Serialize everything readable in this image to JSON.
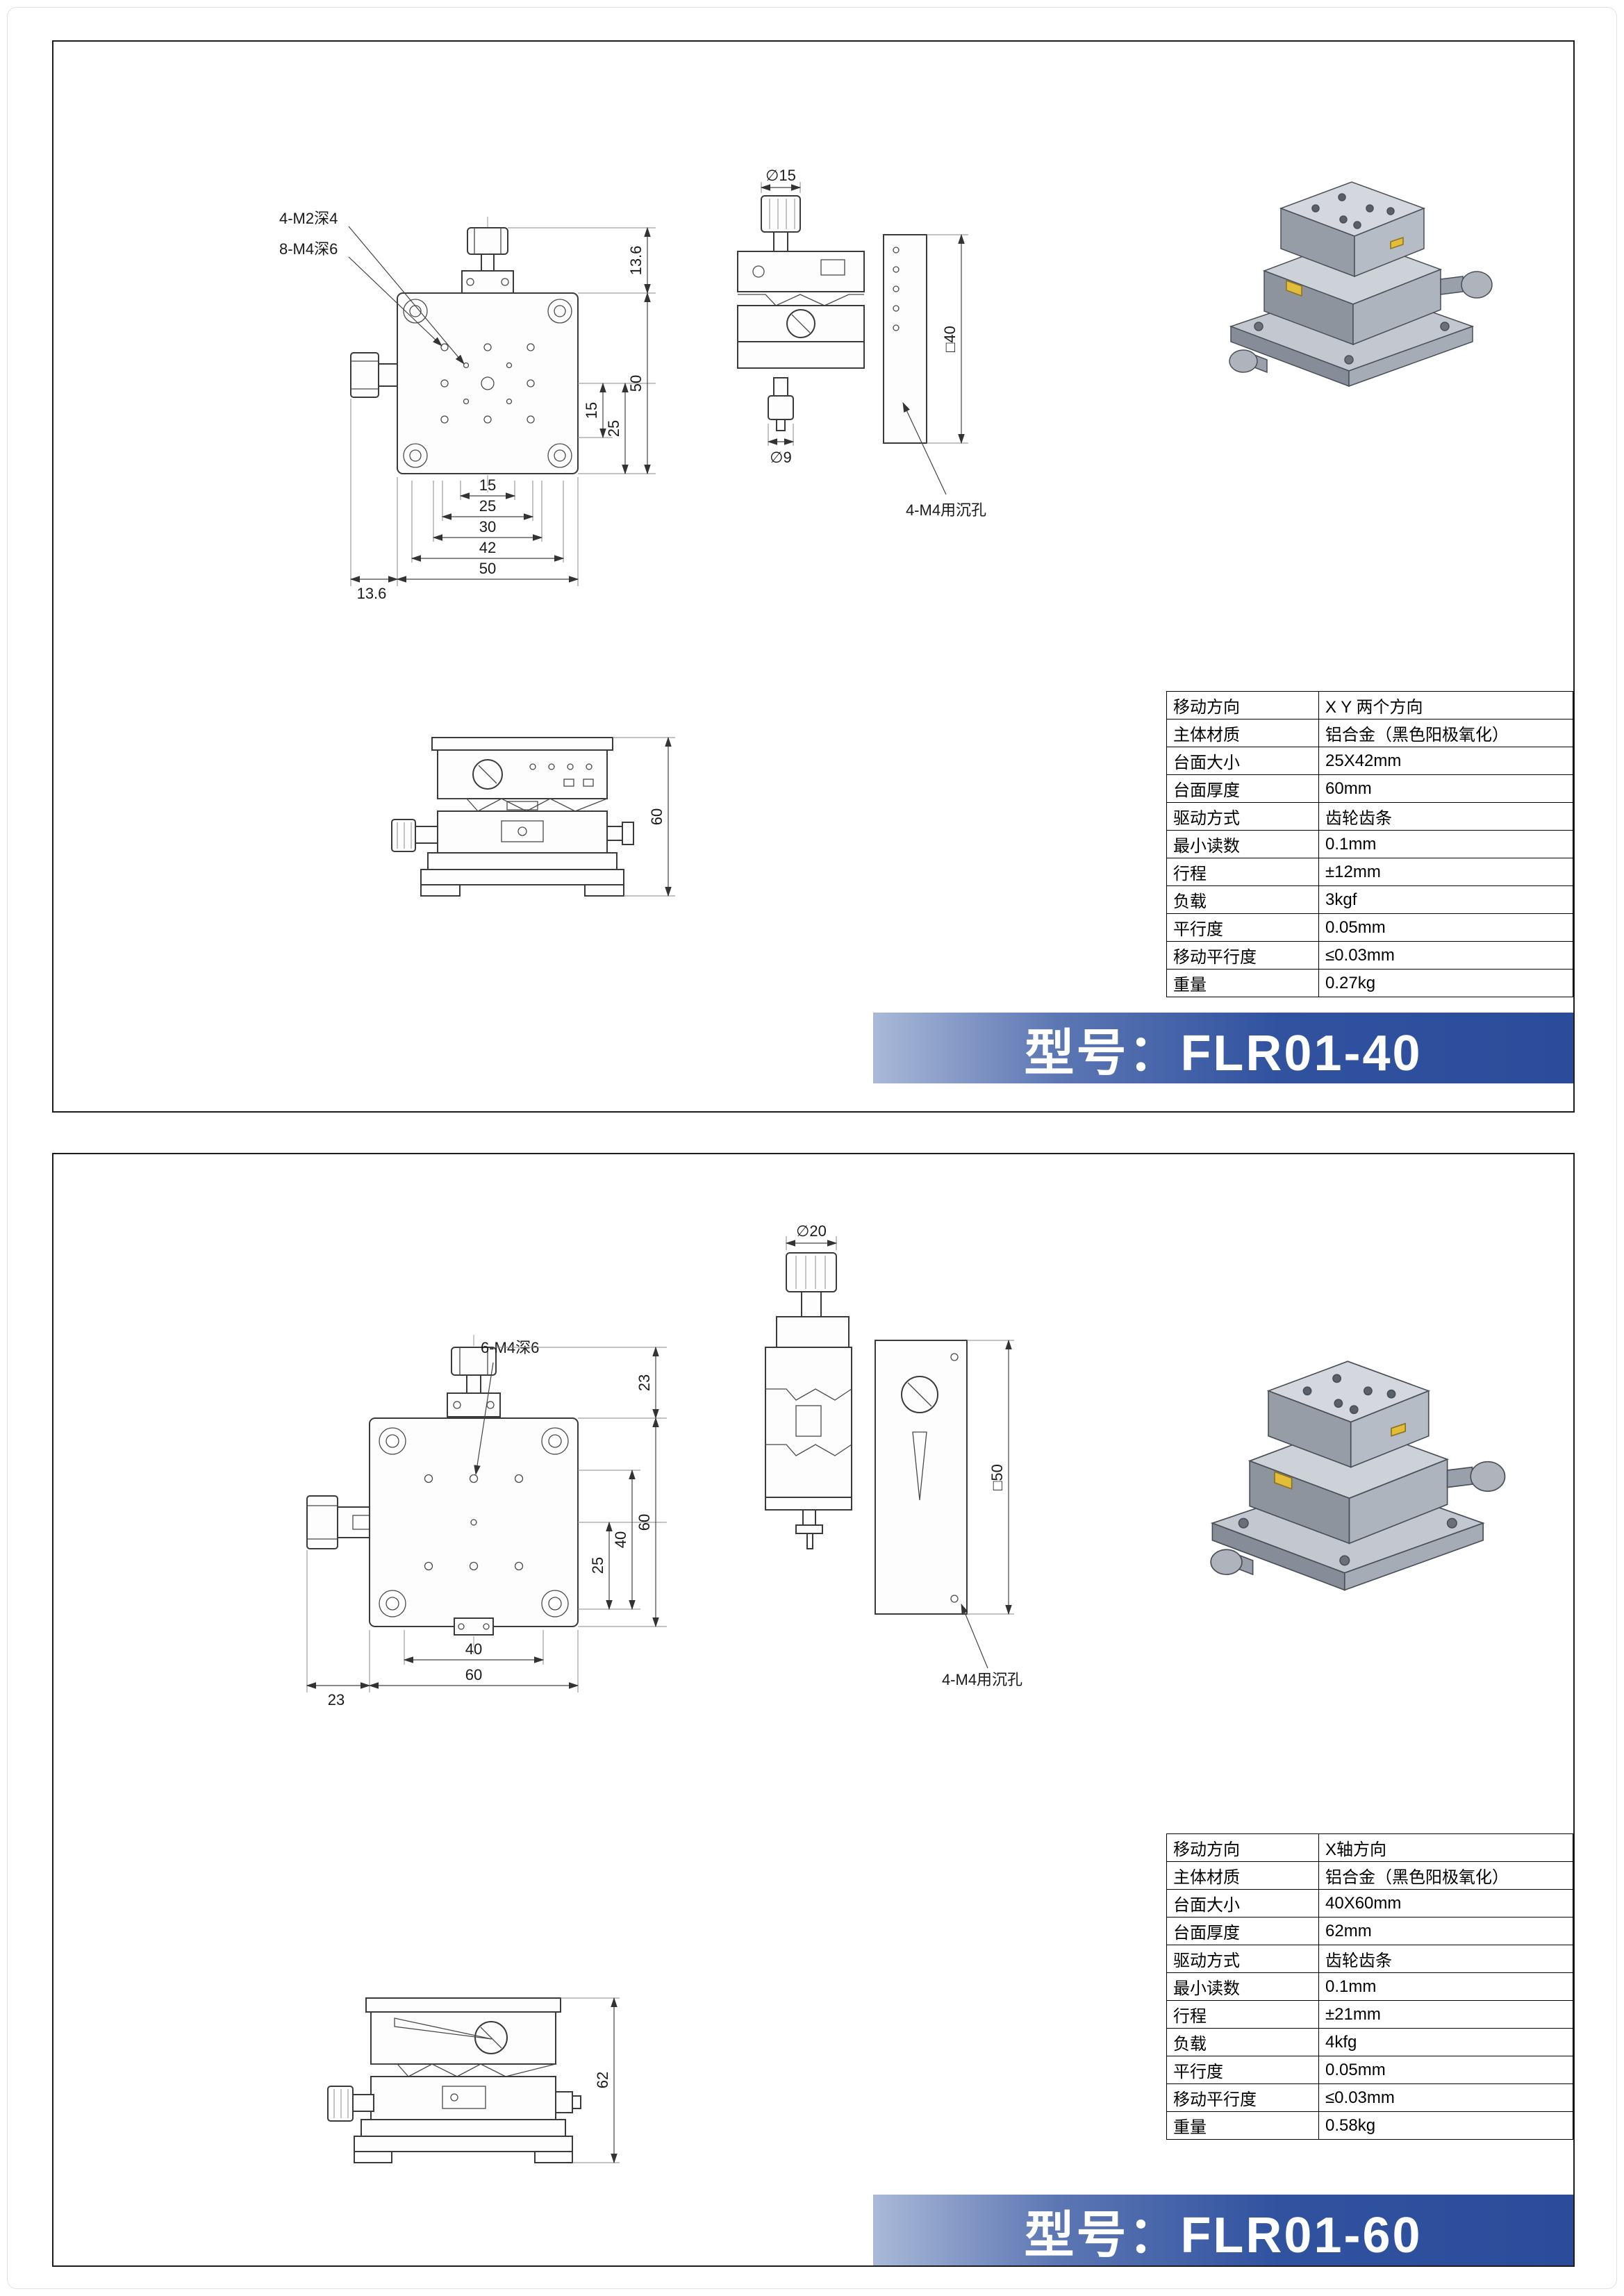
{
  "panels": [
    {
      "banner": {
        "prefix": "型号：",
        "model": "FLR01-40"
      },
      "plan_view": {
        "callout_m2": "4-M2深4",
        "callout_m4": "8-M4深6",
        "dim_top": "13.6",
        "dim_v15": "15",
        "dim_v25": "25",
        "dim_v50": "50",
        "dim_h15": "15",
        "dim_h25": "25",
        "dim_h30": "30",
        "dim_h42": "42",
        "dim_h50": "50",
        "dim_left": "13.6"
      },
      "side_view": {
        "dia_top": "∅15",
        "square": "□40",
        "dia_bottom": "∅9",
        "note": "4-M4用沉孔"
      },
      "elevation": {
        "height": "60"
      },
      "spec_table": {
        "rows": [
          {
            "k": "移动方向",
            "v": "X Y 两个方向"
          },
          {
            "k": "主体材质",
            "v": "铝合金（黑色阳极氧化）"
          },
          {
            "k": "台面大小",
            "v": "25X42mm"
          },
          {
            "k": "台面厚度",
            "v": "60mm"
          },
          {
            "k": "驱动方式",
            "v": "齿轮齿条"
          },
          {
            "k": "最小读数",
            "v": "0.1mm"
          },
          {
            "k": "行程",
            "v": "±12mm"
          },
          {
            "k": "负载",
            "v": "3kgf"
          },
          {
            "k": "平行度",
            "v": "0.05mm"
          },
          {
            "k": "移动平行度",
            "v": "≤0.03mm"
          },
          {
            "k": "重量",
            "v": "0.27kg"
          }
        ]
      }
    },
    {
      "banner": {
        "prefix": "型号：",
        "model": "FLR01-60"
      },
      "plan_view": {
        "callout": "6-M4深6",
        "dim_top": "23",
        "dim_v25": "25",
        "dim_v40": "40",
        "dim_v60": "60",
        "dim_h40": "40",
        "dim_h60": "60",
        "dim_left": "23"
      },
      "side_view": {
        "dia_top": "∅20",
        "square": "□50",
        "note": "4-M4用沉孔"
      },
      "elevation": {
        "height": "62"
      },
      "spec_table": {
        "rows": [
          {
            "k": "移动方向",
            "v": "X轴方向"
          },
          {
            "k": "主体材质",
            "v": "铝合金（黑色阳极氧化）"
          },
          {
            "k": "台面大小",
            "v": "40X60mm"
          },
          {
            "k": "台面厚度",
            "v": "62mm"
          },
          {
            "k": "驱动方式",
            "v": "齿轮齿条"
          },
          {
            "k": "最小读数",
            "v": "0.1mm"
          },
          {
            "k": "行程",
            "v": "±21mm"
          },
          {
            "k": "负载",
            "v": "4kfg"
          },
          {
            "k": "平行度",
            "v": "0.05mm"
          },
          {
            "k": "移动平行度",
            "v": "≤0.03mm"
          },
          {
            "k": "重量",
            "v": "0.58kg"
          }
        ]
      }
    }
  ]
}
